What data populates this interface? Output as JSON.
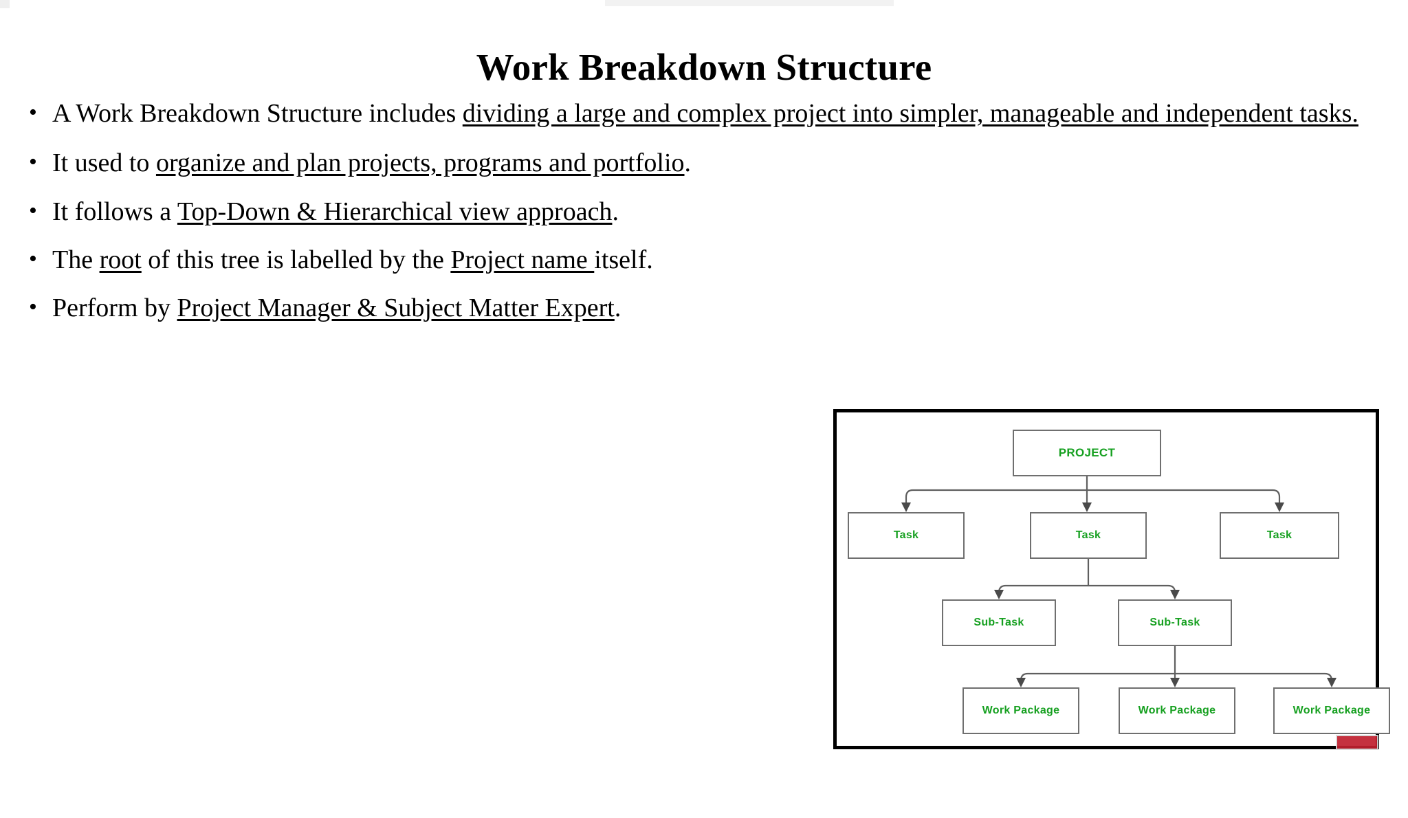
{
  "slide": {
    "title": "Work Breakdown Structure",
    "bullet_marker": "•"
  },
  "bullets": [
    {
      "id": "bullet-1",
      "lead": "A Work Breakdown Structure includes ",
      "underlined": "dividing a large and complex project into simpler, manageable and independent tasks.",
      "tail": ""
    },
    {
      "id": "bullet-2",
      "lead": "It used to ",
      "underlined": "organize and plan projects, programs and portfolio",
      "tail": "."
    },
    {
      "id": "bullet-3",
      "lead": "It follows a ",
      "underlined": "Top-Down & Hierarchical view approach",
      "tail": "."
    },
    {
      "id": "bullet-4",
      "lead": "The ",
      "underlined": "root",
      "mid": " of this tree is labelled by the ",
      "underlined2": "Project name ",
      "tail": "itself."
    },
    {
      "id": "bullet-5",
      "lead": "Perform by ",
      "underlined": "Project Manager & Subject Matter Expert",
      "tail": "."
    }
  ],
  "diagram": {
    "name": "work-breakdown-structure-tree",
    "node_color": "#16a020",
    "border_color": "#6f6f6f",
    "frame_color": "#000000",
    "levels": [
      {
        "level": 1,
        "label": "Project",
        "nodes": [
          "PROJECT"
        ]
      },
      {
        "level": 2,
        "label": "Tasks",
        "nodes": [
          "Task",
          "Task",
          "Task"
        ]
      },
      {
        "level": 3,
        "label": "Sub-Tasks",
        "nodes": [
          "Sub-Task",
          "Sub-Task"
        ]
      },
      {
        "level": 4,
        "label": "Work Packages",
        "nodes": [
          "Work Package",
          "Work Package",
          "Work Package"
        ]
      }
    ],
    "nodes": {
      "project": "PROJECT",
      "task_1": "Task",
      "task_2": "Task",
      "task_3": "Task",
      "sub_task_1": "Sub-Task",
      "sub_task_2": "Sub-Task",
      "work_package_1": "Work Package",
      "work_package_2": "Work Package",
      "work_package_3": "Work Package"
    }
  }
}
